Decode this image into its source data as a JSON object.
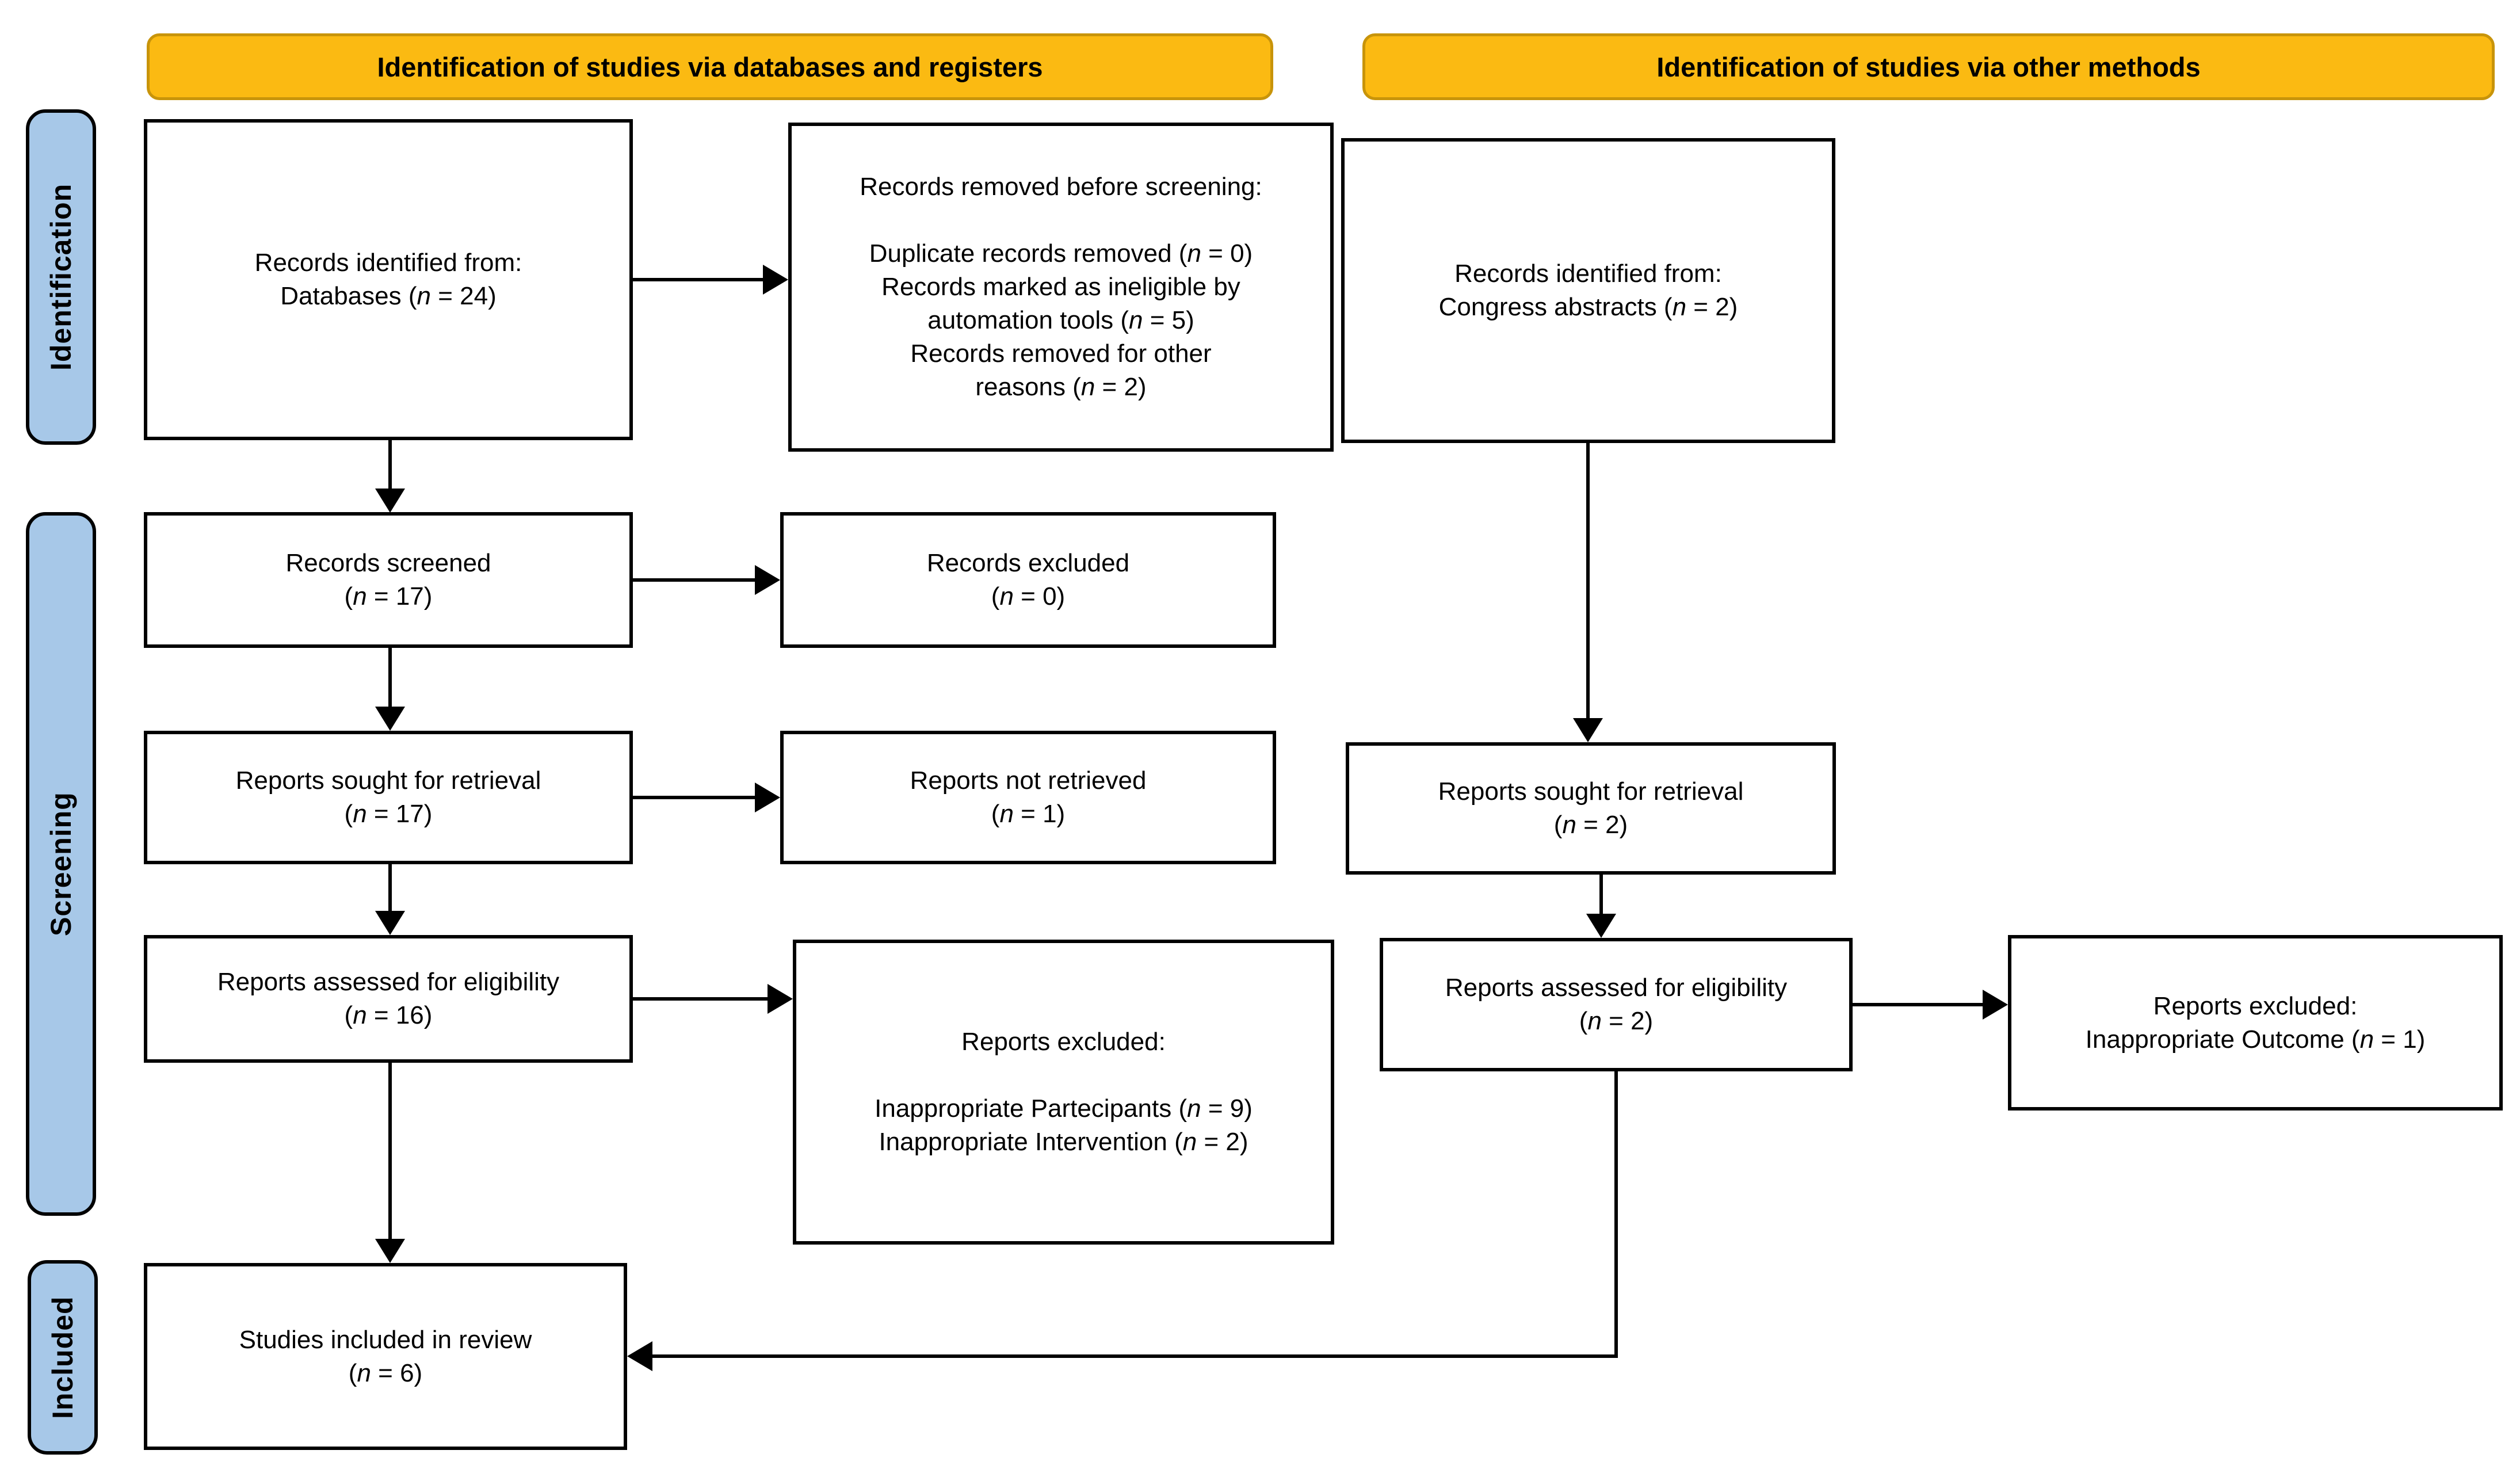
{
  "banners": {
    "databases_registers": "Identification of studies via databases and registers",
    "other_methods": "Identification of studies via other methods"
  },
  "sidebar": {
    "identification": "Identification",
    "screening": "Screening",
    "included": "Included"
  },
  "boxes": {
    "records_identified_databases": {
      "lines": [
        "Records identified from:",
        "Databases (n = 24)"
      ]
    },
    "records_removed_before_screening": {
      "lines": [
        "Records removed before screening:",
        "",
        "Duplicate records removed (n = 0)",
        "Records marked as ineligible by",
        "automation tools (n = 5)",
        "Records removed for other",
        "reasons (n = 2)"
      ]
    },
    "records_identified_congress": {
      "lines": [
        "Records identified from:",
        "Congress abstracts (n = 2)"
      ]
    },
    "records_screened": {
      "lines": [
        "Records screened",
        "(n = 17)"
      ]
    },
    "records_excluded": {
      "lines": [
        "Records excluded",
        "(n = 0)"
      ]
    },
    "reports_sought_databases": {
      "lines": [
        "Reports sought for retrieval",
        "(n = 17)"
      ]
    },
    "reports_not_retrieved": {
      "lines": [
        "Reports not retrieved",
        "(n = 1)"
      ]
    },
    "reports_sought_other": {
      "lines": [
        "Reports sought for retrieval",
        "(n = 2)"
      ]
    },
    "reports_assessed_databases": {
      "lines": [
        "Reports assessed for eligibility",
        "(n = 16)"
      ]
    },
    "reports_excluded_databases": {
      "lines": [
        "Reports excluded:",
        "",
        "Inappropriate Partecipants (n = 9)",
        "Inappropriate Intervention (n = 2)"
      ]
    },
    "reports_assessed_other": {
      "lines": [
        "Reports assessed for eligibility",
        "(n = 2)"
      ]
    },
    "reports_excluded_other": {
      "lines": [
        "Reports excluded:",
        "Inappropriate Outcome (n = 1)"
      ]
    },
    "studies_included": {
      "lines": [
        "Studies included in review",
        "(n = 6)"
      ]
    }
  },
  "colors": {
    "banner_fill": "#FBBA12",
    "banner_border": "#C8940A",
    "sidebar_fill": "#A7C8E8",
    "box_border": "#000000"
  }
}
